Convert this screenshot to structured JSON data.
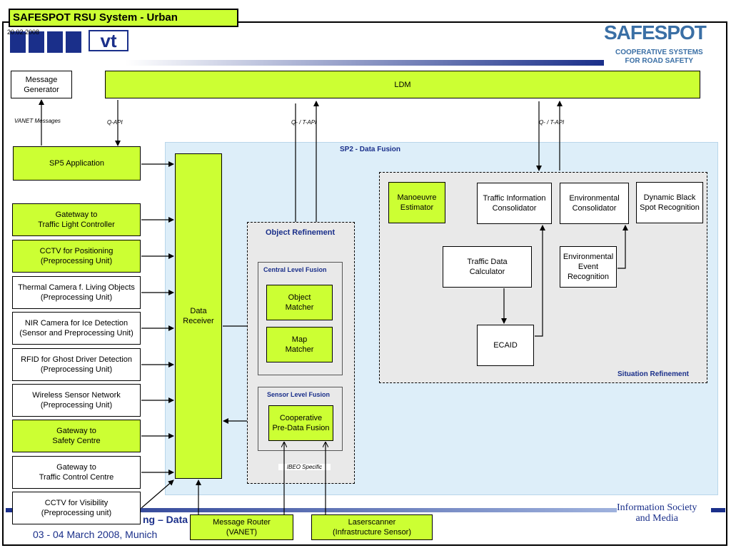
{
  "header": {
    "title": "SAFESPOT RSU System  -  Urban",
    "date": "20.02.2008",
    "logo_left": "vt",
    "logo_right": "SAFESPOT",
    "logo_right_sub": "COOPERATIVE SYSTEMS\nFOR ROAD SAFETY"
  },
  "footer": {
    "partial_title": "ng – Data",
    "date_line": "03 - 04 March 2008, Munich",
    "is_logo": "Information Society\nand Media"
  },
  "nodes": {
    "message_generator": "Message\nGenerator",
    "ldm": "LDM",
    "sp5_application": "SP5 Application",
    "gateway_traffic_light": "Gatetway to\nTraffic Light Controller",
    "cctv_positioning": "CCTV for Positioning\n(Preprocessing Unit)",
    "thermal_camera": "Thermal Camera f. Living Objects\n(Preprocessing Unit)",
    "nir_camera": "NIR Camera for Ice Detection\n(Sensor and Preprocessing Unit)",
    "rfid": "RFID for Ghost Driver Detection\n(Preprocessing Unit)",
    "wireless_sensor": "Wireless Sensor Network\n(Preprocessing Unit)",
    "gateway_safety": "Gateway to\nSafety Centre",
    "gateway_traffic_control": "Gateway to\nTraffic Control Centre",
    "cctv_visibility": "CCTV for Visibility\n(Preprocessing unit)",
    "data_receiver": "Data\nReceiver",
    "object_matcher": "Object\nMatcher",
    "map_matcher": "Map\nMatcher",
    "cooperative_fusion": "Cooperative\nPre-Data Fusion",
    "manoeuvre_estimator": "Manoeuvre\nEstimator",
    "traffic_info_consolidator": "Traffic Information\nConsolidator",
    "environmental_consolidator": "Environmental\nConsolidator",
    "dynamic_black_spot": "Dynamic Black\nSpot Recognition",
    "traffic_data_calculator": "Traffic Data\nCalculator",
    "environmental_event": "Environmental\nEvent\nRecognition",
    "ecaid": "ECAID",
    "message_router": "Message Router\n(VANET)",
    "laserscanner": "Laserscanner\n(Infrastructure Sensor)"
  },
  "groups": {
    "sp2": "SP2 - Data Fusion",
    "object_refinement": "Object Refinement",
    "central_level": "Central Level Fusion",
    "sensor_level": "Sensor Level Fusion",
    "situation_refinement": "Situation Refinement"
  },
  "edge_labels": {
    "vanet_messages": "VANET Messages",
    "q_api": "Q-API",
    "qt_api_1": "Q- / T-API",
    "qt_api_2": "Q- / T-API",
    "ibeo": "IBEO Specific"
  },
  "colors": {
    "green": "#ccff33",
    "sp2_background": "#ddeef9",
    "group_background": "#e9e9e9",
    "label_blue": "#1a2f8a"
  }
}
